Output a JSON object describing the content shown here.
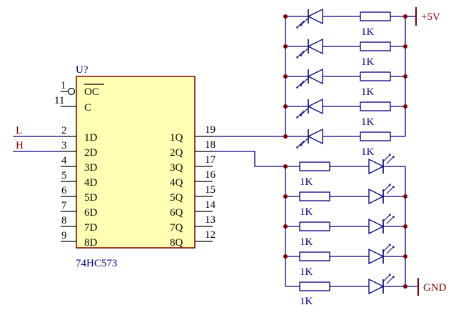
{
  "chip": {
    "designator": "U?",
    "part": "74HC573",
    "oc_pin": "1",
    "oc_label": "OC",
    "c_pin": "11",
    "c_label": "C",
    "d_pins": [
      {
        "num": "2",
        "label": "1D"
      },
      {
        "num": "3",
        "label": "2D"
      },
      {
        "num": "4",
        "label": "3D"
      },
      {
        "num": "5",
        "label": "4D"
      },
      {
        "num": "6",
        "label": "5D"
      },
      {
        "num": "7",
        "label": "6D"
      },
      {
        "num": "8",
        "label": "7D"
      },
      {
        "num": "9",
        "label": "8D"
      }
    ],
    "q_pins": [
      {
        "num": "19",
        "label": "1Q"
      },
      {
        "num": "18",
        "label": "2Q"
      },
      {
        "num": "17",
        "label": "3Q"
      },
      {
        "num": "16",
        "label": "4Q"
      },
      {
        "num": "15",
        "label": "5Q"
      },
      {
        "num": "14",
        "label": "6Q"
      },
      {
        "num": "13",
        "label": "7Q"
      },
      {
        "num": "12",
        "label": "8Q"
      }
    ]
  },
  "inputs": [
    {
      "label": "L"
    },
    {
      "label": "H"
    }
  ],
  "top_bank": {
    "power_label": "+5V",
    "resistors": [
      "1K",
      "1K",
      "1K",
      "1K",
      "1K"
    ]
  },
  "bottom_bank": {
    "ground_label": "GND",
    "resistors": [
      "1K",
      "1K",
      "1K",
      "1K",
      "1K"
    ]
  },
  "colors": {
    "wire": "#000080",
    "chip_fill": "#ffffb4",
    "chip_border": "#800000",
    "junction": "#800000"
  }
}
